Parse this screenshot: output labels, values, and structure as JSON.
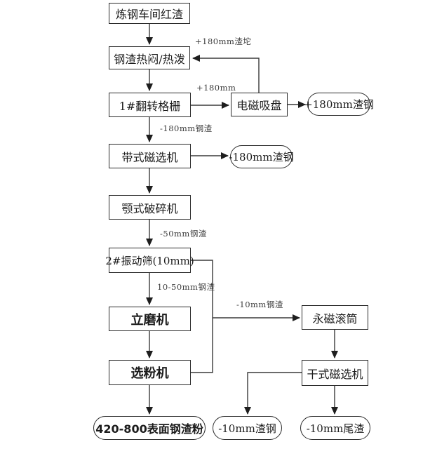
{
  "diagram_type": "flowchart",
  "background": "#ffffff",
  "colors": {
    "line": "#3a3a3a",
    "border": "#2b2b2b",
    "text": "#1c1c1c"
  },
  "nodes": [
    {
      "id": "hot-slag",
      "label": "炼钢车间红渣",
      "shape": "rect"
    },
    {
      "id": "hot-stewing",
      "label": "钢渣热闷/热泼",
      "shape": "rect"
    },
    {
      "id": "tilting-grate",
      "label": "1#翻转格栅",
      "shape": "rect"
    },
    {
      "id": "electromagnet",
      "label": "电磁吸盘",
      "shape": "rect"
    },
    {
      "id": "plus-180mm-slag-steel",
      "label": "+180mm渣钢",
      "shape": "stadium"
    },
    {
      "id": "belt-magnetic-separator",
      "label": "带式磁选机",
      "shape": "rect"
    },
    {
      "id": "minus-180mm-slag-steel",
      "label": "-180mm渣钢",
      "shape": "stadium"
    },
    {
      "id": "jaw-crusher",
      "label": "颚式破碎机",
      "shape": "rect"
    },
    {
      "id": "vibrating-screen",
      "label": "2#振动筛(10mm)",
      "shape": "rect"
    },
    {
      "id": "vertical-mill",
      "label": "立磨机",
      "shape": "rect",
      "bold": true
    },
    {
      "id": "powder-classifier",
      "label": "选粉机",
      "shape": "rect",
      "bold": true
    },
    {
      "id": "product",
      "label": "420-800表面钢渣粉",
      "shape": "stadium",
      "bold": true
    },
    {
      "id": "permanent-magnet-drum",
      "label": "永磁滚筒",
      "shape": "rect"
    },
    {
      "id": "dry-magnetic-separator",
      "label": "干式磁选机",
      "shape": "rect"
    },
    {
      "id": "minus-10mm-slag-steel",
      "label": "-10mm渣钢",
      "shape": "stadium"
    },
    {
      "id": "minus-10mm-tailings",
      "label": "-10mm尾渣",
      "shape": "stadium"
    }
  ],
  "edge_labels": [
    {
      "id": "plus-180mm-lump",
      "text": "+180mm渣坨"
    },
    {
      "id": "plus-180mm",
      "text": "+180mm"
    },
    {
      "id": "minus-180mm-slag",
      "text": "-180mm钢渣"
    },
    {
      "id": "minus-50mm-slag",
      "text": "-50mm钢渣"
    },
    {
      "id": "10-50mm-slag",
      "text": "10-50mm钢渣"
    },
    {
      "id": "minus-10mm-slag",
      "text": "-10mm钢渣"
    }
  ]
}
